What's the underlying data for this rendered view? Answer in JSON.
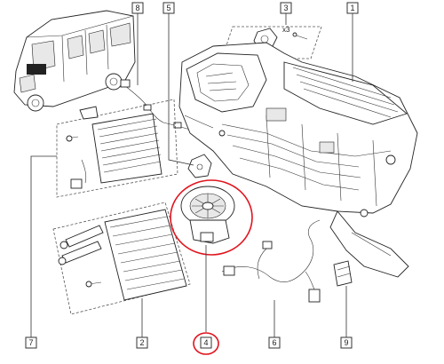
{
  "diagram": {
    "part_refs": {
      "ref_1": "1",
      "ref_2": "2",
      "ref_3": "3",
      "ref_4": "4",
      "ref_5": "5",
      "ref_6": "6",
      "ref_7": "7",
      "ref_8": "8",
      "ref_9": "9"
    },
    "quantity_note": "x3",
    "highlight_color": "#e0141e"
  }
}
